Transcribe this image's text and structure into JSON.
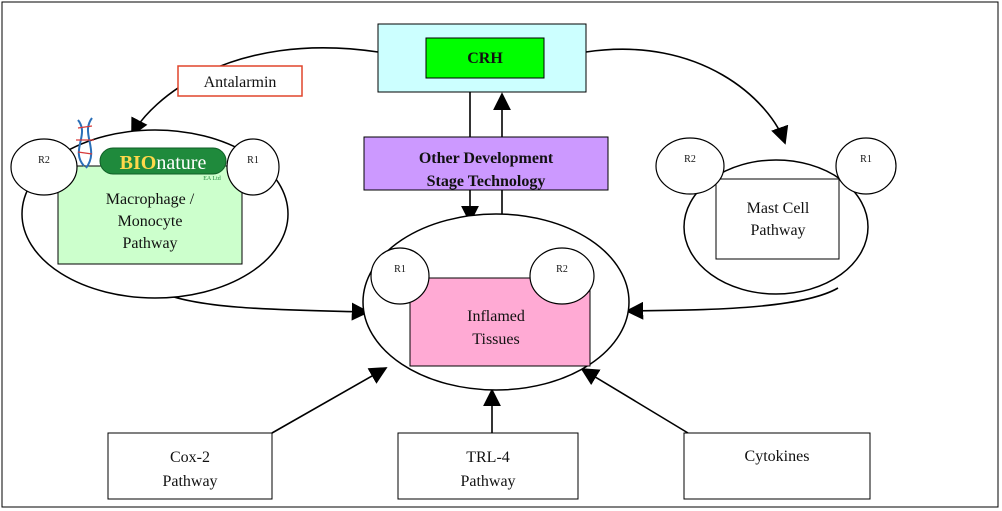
{
  "diagram": {
    "crh": {
      "label": "CRH",
      "fill": "#00ff00",
      "outer_fill": "#ccffff"
    },
    "antalarmin": {
      "label": "Antalarmin",
      "border": "#e0452b"
    },
    "other_tech": {
      "line1": "Other Development",
      "line2": "Stage Technology",
      "fill": "#cc99ff"
    },
    "bionature": {
      "brand": "BIOnature",
      "brand_bio": "BIO",
      "brand_rest": "nature",
      "sub": "EA Ltd",
      "color": "#1f8a3c"
    },
    "macrophage": {
      "lines": [
        "Macrophage /",
        "Monocyte",
        "Pathway"
      ],
      "fill": "#ccffcc",
      "receptors": [
        "R2",
        "R1"
      ]
    },
    "mast_cell": {
      "lines": [
        "Mast Cell",
        "Pathway"
      ],
      "receptors": [
        "R2",
        "R1"
      ]
    },
    "inflamed": {
      "lines": [
        "Inflamed",
        "Tissues"
      ],
      "fill": "#ffaad4",
      "receptors": [
        "R1",
        "R2"
      ]
    },
    "cox2": {
      "lines": [
        "Cox-2",
        "Pathway"
      ]
    },
    "trl4": {
      "lines": [
        "TRL-4",
        "Pathway"
      ]
    },
    "cytokines": {
      "label": "Cytokines"
    }
  }
}
